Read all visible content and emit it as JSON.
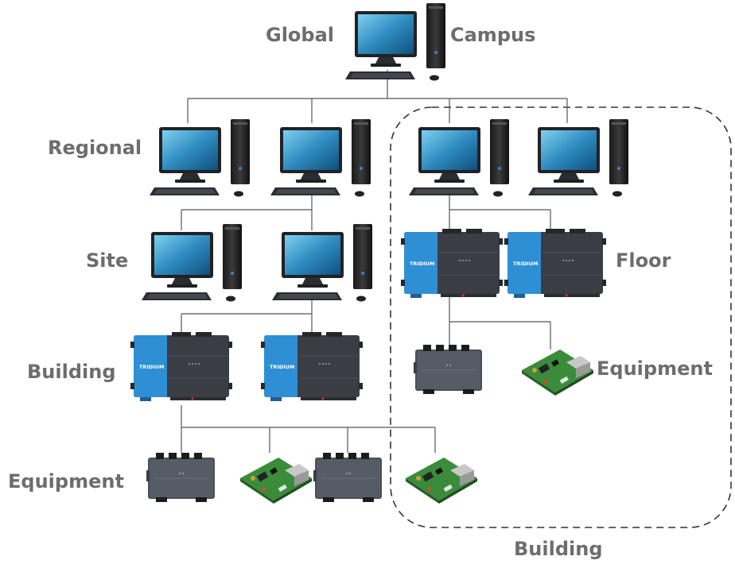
{
  "labels": {
    "global": "Global",
    "campus": "Campus",
    "regional": "Regional",
    "site": "Site",
    "building_left": "Building",
    "equipment_left": "Equipment",
    "floor": "Floor",
    "equipment_right": "Equipment",
    "building_region": "Building"
  },
  "controller_brand": "TRIDIUM",
  "colors": {
    "label": "#6d6d6d",
    "controller_blue": "#2f8fd4",
    "controller_body": "#3a3d44",
    "monitor_screen": "#2f8cbf",
    "connector_line": "#555555",
    "region_border": "#333333"
  },
  "icons": [
    "computer-icon",
    "controller-icon",
    "io-module-icon",
    "circuit-board-icon"
  ]
}
